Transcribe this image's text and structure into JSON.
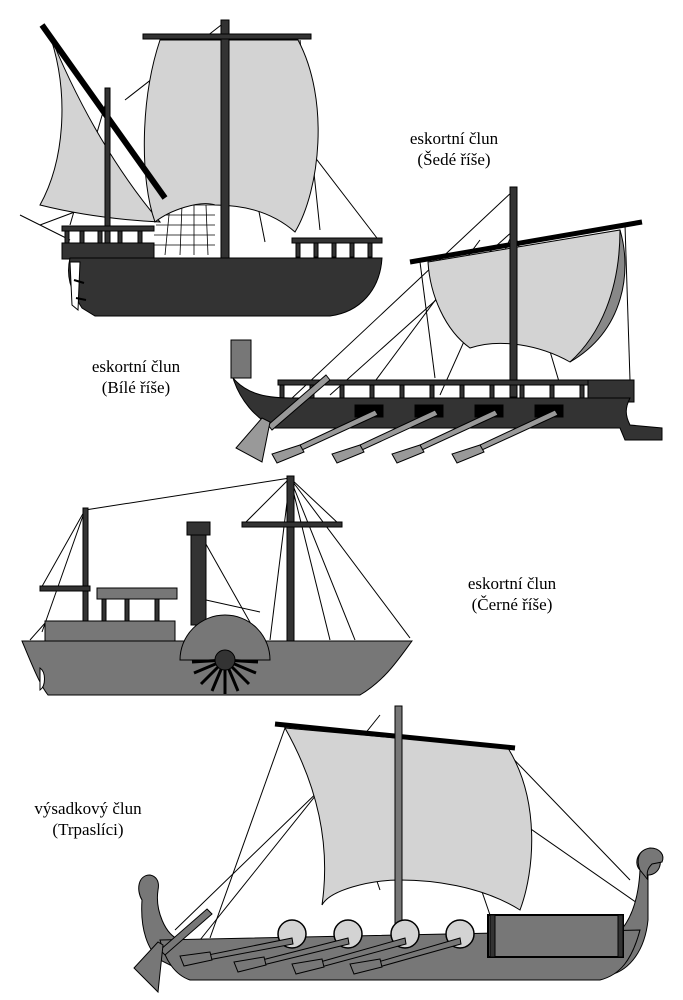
{
  "colors": {
    "sail": "#d3d3d3",
    "hull_dark": "#333333",
    "hull_grey": "#777777",
    "outline": "#000000",
    "background": "#ffffff"
  },
  "ships": [
    {
      "name": "eskortní člun",
      "realm": "(Šedé říše)"
    },
    {
      "name": "eskortní člun",
      "realm": "(Bílé říše)"
    },
    {
      "name": "eskortní člun",
      "realm": "(Černé říše)"
    },
    {
      "name": "výsadkový člun",
      "realm": "(Trpaslíci)"
    }
  ]
}
